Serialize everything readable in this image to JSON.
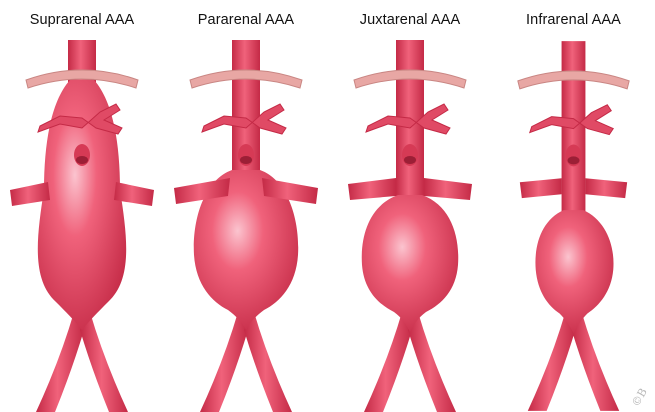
{
  "colors": {
    "vessel": "#e8445f",
    "vessel_dark": "#c42a46",
    "vessel_light": "#f48aa0",
    "vessel_highlight": "#fbc4cf",
    "diaphragm": "#e8a7a4",
    "diaphragm_edge": "#c98683"
  },
  "panels": [
    {
      "id": "suprarenal",
      "label": "Suprarenal AAA",
      "aneurysm_extent": "above renal arteries"
    },
    {
      "id": "pararenal",
      "label": "Pararenal AAA",
      "aneurysm_extent": "involving renal arteries"
    },
    {
      "id": "juxtarenal",
      "label": "Juxtarenal AAA",
      "aneurysm_extent": "just below renal arteries"
    },
    {
      "id": "infrarenal",
      "label": "Infrarenal AAA",
      "aneurysm_extent": "below renal arteries"
    }
  ],
  "signature": "©B"
}
